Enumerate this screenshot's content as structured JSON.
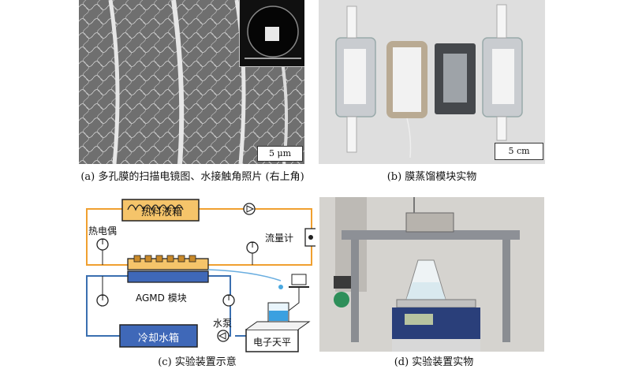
{
  "panel_a": {
    "caption": "(a) 多孔膜的扫描电镜图、水接触角照片 (右上角)",
    "scale_bar": "5 μm"
  },
  "panel_b": {
    "caption": "(b) 膜蒸馏模块实物",
    "scale_bar": "5 cm"
  },
  "panel_c": {
    "caption": "(c) 实验装置示意",
    "hot_tank": "热料液箱",
    "thermocouple": "热电偶",
    "flowmeter": "流量计",
    "module": "AGMD 模块",
    "pump": "水泵",
    "cold_tank": "冷却水箱",
    "balance": "电子天平",
    "gauge_symbol": "T",
    "colors": {
      "hot_line": "#f0a030",
      "cold_line": "#3a6fb0",
      "hot_fill": "#f5c46a",
      "cold_fill": "#3f68b8"
    }
  },
  "panel_d": {
    "caption": "(d) 实验装置实物"
  }
}
